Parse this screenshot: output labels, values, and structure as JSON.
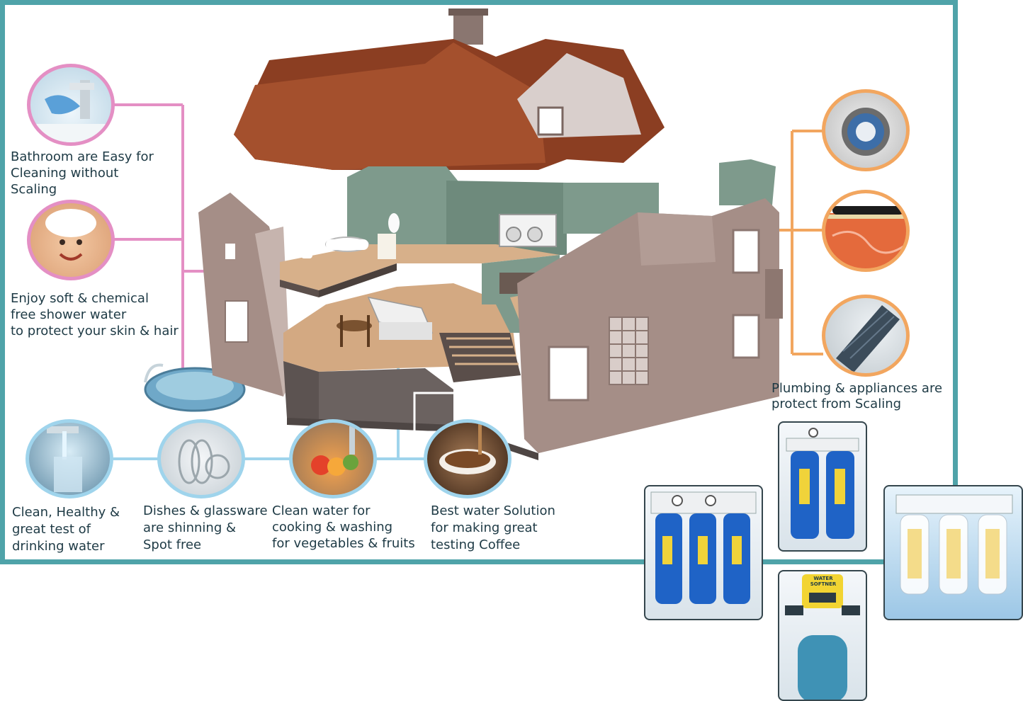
{
  "labels": {
    "bathroom": "Bathroom are Easy for\nCleaning without\nScaling",
    "shower": "Enjoy soft & chemical\nfree shower water\nto protect your skin & hair",
    "drinking": "Clean, Healthy &\ngreat test of\ndrinking water",
    "dishes": "Dishes & glassware\nare shinning &\nSpot free",
    "cooking": "Clean water for\ncooking & washing\nfor vegetables & fruits",
    "coffee": "Best water Solution\nfor making great\ntesting Coffee",
    "plumbing": "Plumbing & appliances are\nprotect from Scaling"
  },
  "products": {
    "softener_label": "WATER\nSOFTNER"
  },
  "colors": {
    "frame": "#4fa3a9",
    "pink_connector": "#e48fc4",
    "blue_connector": "#9fd4ec",
    "orange_connector": "#f2a65f",
    "text": "#1e3a45"
  }
}
